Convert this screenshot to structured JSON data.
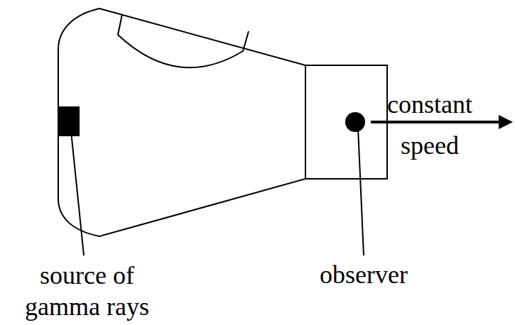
{
  "diagram": {
    "labels": [
      "constant speed",
      "source of gamma rays",
      "observer"
    ]
  }
}
